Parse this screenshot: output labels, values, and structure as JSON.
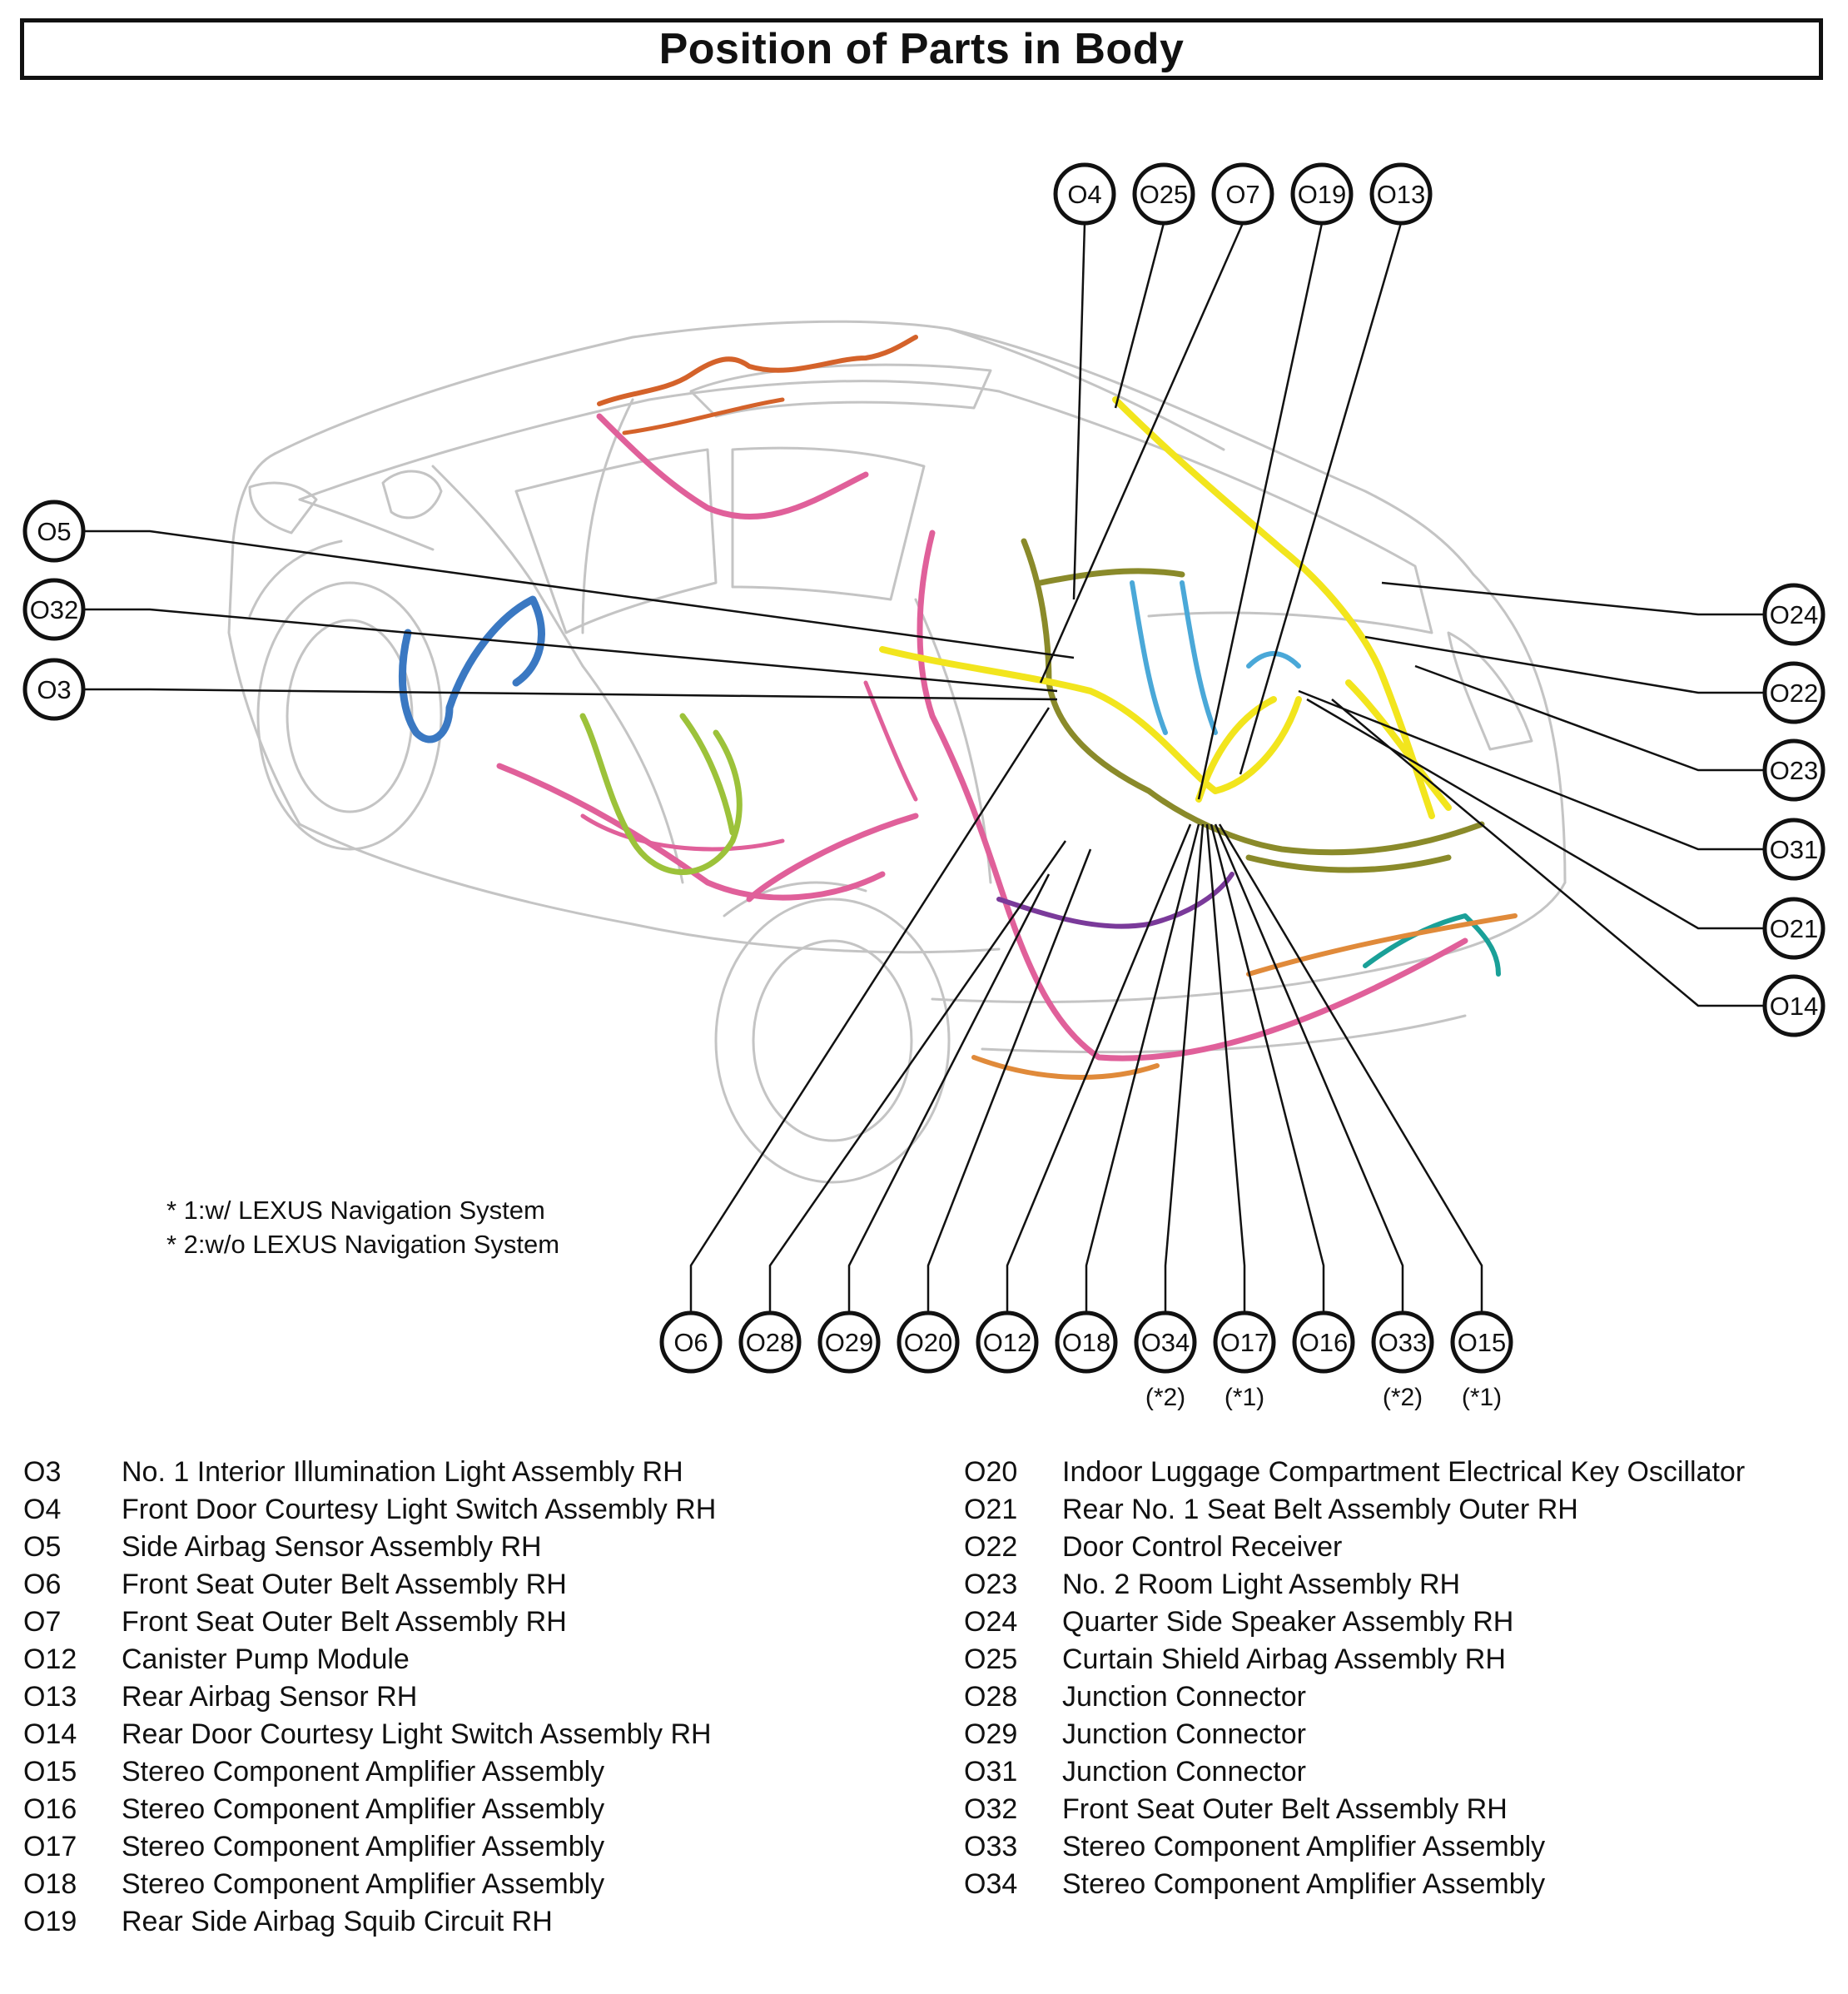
{
  "title": "Position of Parts in Body",
  "callouts": {
    "O3": "O3",
    "O4": "O4",
    "O5": "O5",
    "O6": "O6",
    "O7": "O7",
    "O12": "O12",
    "O13": "O13",
    "O14": "O14",
    "O15": "O15",
    "O16": "O16",
    "O17": "O17",
    "O18": "O18",
    "O19": "O19",
    "O20": "O20",
    "O21": "O21",
    "O22": "O22",
    "O23": "O23",
    "O24": "O24",
    "O25": "O25",
    "O28": "O28",
    "O29": "O29",
    "O31": "O31",
    "O32": "O32",
    "O33": "O33",
    "O34": "O34"
  },
  "callout_notes": {
    "O34": "(*2)",
    "O17": "(*1)",
    "O33": "(*2)",
    "O15": "(*1)"
  },
  "notes": [
    "* 1:w/ LEXUS Navigation System",
    "* 2:w/o LEXUS Navigation System"
  ],
  "legend_left": [
    {
      "code": "O3",
      "name": "No. 1 Interior Illumination Light Assembly RH"
    },
    {
      "code": "O4",
      "name": "Front Door Courtesy Light Switch Assembly RH"
    },
    {
      "code": "O5",
      "name": "Side Airbag Sensor Assembly RH"
    },
    {
      "code": "O6",
      "name": "Front Seat Outer Belt Assembly RH"
    },
    {
      "code": "O7",
      "name": "Front Seat Outer Belt Assembly RH"
    },
    {
      "code": "O12",
      "name": "Canister Pump Module"
    },
    {
      "code": "O13",
      "name": "Rear Airbag Sensor RH"
    },
    {
      "code": "O14",
      "name": "Rear Door Courtesy Light Switch Assembly RH"
    },
    {
      "code": "O15",
      "name": "Stereo Component Amplifier Assembly"
    },
    {
      "code": "O16",
      "name": "Stereo Component Amplifier Assembly"
    },
    {
      "code": "O17",
      "name": "Stereo Component Amplifier Assembly"
    },
    {
      "code": "O18",
      "name": "Stereo Component Amplifier Assembly"
    },
    {
      "code": "O19",
      "name": "Rear Side Airbag Squib Circuit RH"
    }
  ],
  "legend_right": [
    {
      "code": "O20",
      "name": "Indoor Luggage Compartment Electrical Key Oscillator"
    },
    {
      "code": "O21",
      "name": "Rear No. 1 Seat Belt Assembly Outer RH"
    },
    {
      "code": "O22",
      "name": "Door Control Receiver"
    },
    {
      "code": "O23",
      "name": "No. 2 Room Light Assembly RH"
    },
    {
      "code": "O24",
      "name": "Quarter Side Speaker Assembly RH"
    },
    {
      "code": "O25",
      "name": "Curtain Shield Airbag Assembly RH"
    },
    {
      "code": "O28",
      "name": "Junction Connector"
    },
    {
      "code": "O29",
      "name": "Junction Connector"
    },
    {
      "code": "O31",
      "name": "Junction Connector"
    },
    {
      "code": "O32",
      "name": "Front Seat Outer Belt Assembly RH"
    },
    {
      "code": "O33",
      "name": "Stereo Component Amplifier Assembly"
    },
    {
      "code": "O34",
      "name": "Stereo Component Amplifier Assembly"
    }
  ],
  "harness_colors": {
    "yellow": "#f2e51d",
    "olive": "#8a8a2a",
    "pink": "#e0609a",
    "green": "#9cc23a",
    "blue": "#3a78c2",
    "lightblue": "#4aa8d8",
    "orange": "#e08a3a",
    "darkorange": "#d4622a",
    "purple": "#7a3a9a",
    "teal": "#1aa098",
    "outline": "#c8c8c8"
  }
}
